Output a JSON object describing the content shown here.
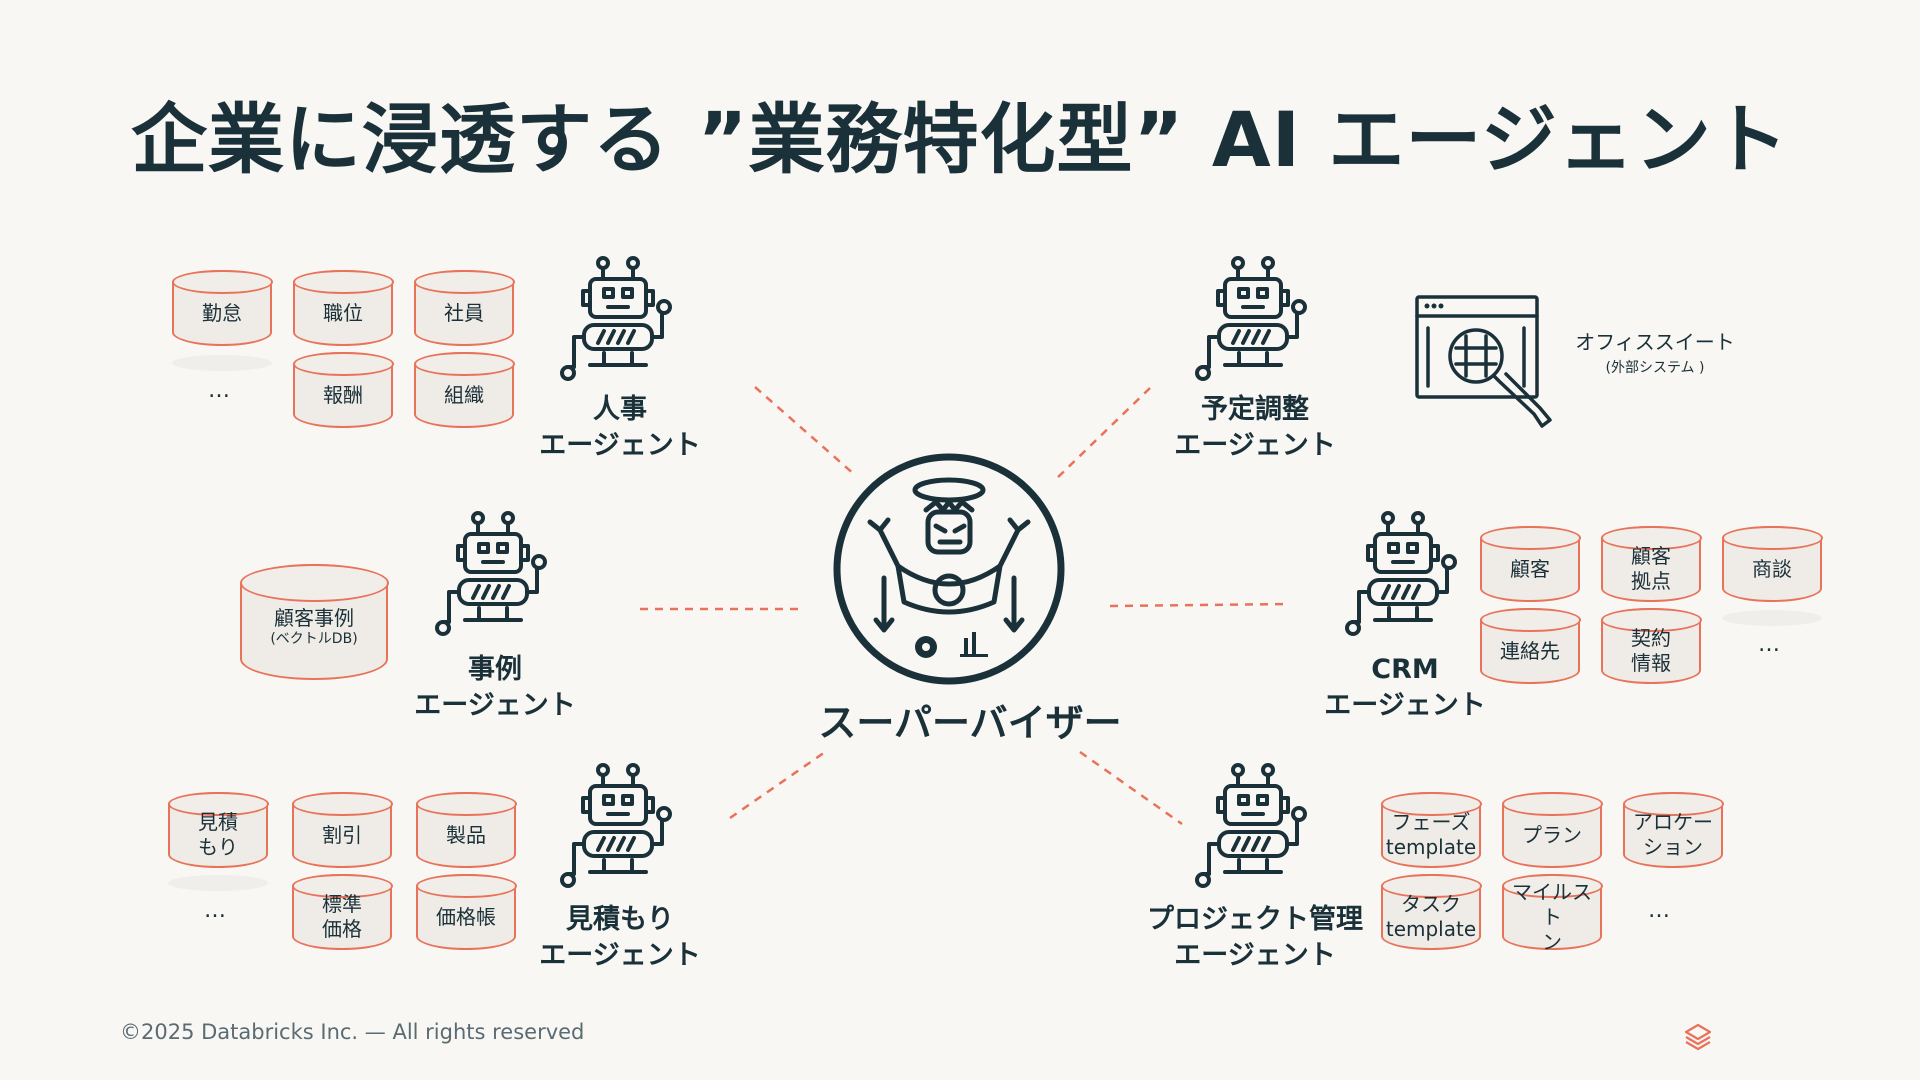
{
  "title": "企業に浸透する ”業務特化型” AI エージェント",
  "supervisor": {
    "label": "スーパーバイザー",
    "icon": "supervisor-robot-icon"
  },
  "agents": {
    "hr": {
      "line1": "人事",
      "line2": "エージェント"
    },
    "schedule": {
      "line1": "予定調整",
      "line2": "エージェント"
    },
    "cases": {
      "line1": "事例",
      "line2": "エージェント"
    },
    "crm": {
      "line1": "CRM",
      "line2": "エージェント"
    },
    "estimate": {
      "line1": "見積もり",
      "line2": "エージェント"
    },
    "project": {
      "line1": "プロジェクト管理",
      "line2": "エージェント"
    }
  },
  "hr_dbs": [
    "勤怠",
    "職位",
    "社員",
    "報酬",
    "組織"
  ],
  "hr_more": "…",
  "office_suite": {
    "label": "オフィススイート",
    "sub": "(外部システム )",
    "icon": "spreadsheet-search-icon"
  },
  "cases_db": {
    "label": "顧客事例",
    "sub": "(ベクトルDB)"
  },
  "crm_dbs": [
    "顧客",
    "顧客\n拠点",
    "商談",
    "連絡先",
    "契約\n情報"
  ],
  "crm_more": "…",
  "estimate_dbs": [
    "見積\nもり",
    "割引",
    "製品",
    "標準\n価格",
    "価格帳"
  ],
  "estimate_more": "…",
  "project_dbs": [
    "フェーズ\ntemplate",
    "プラン",
    "アロケー\nション",
    "タスク\ntemplate",
    "マイルスト\nン"
  ],
  "project_more": "…",
  "footer": "©2025 Databricks Inc. — All rights reserved",
  "colors": {
    "accent": "#e8735a",
    "ink": "#1b3139",
    "background": "#f8f7f4"
  }
}
